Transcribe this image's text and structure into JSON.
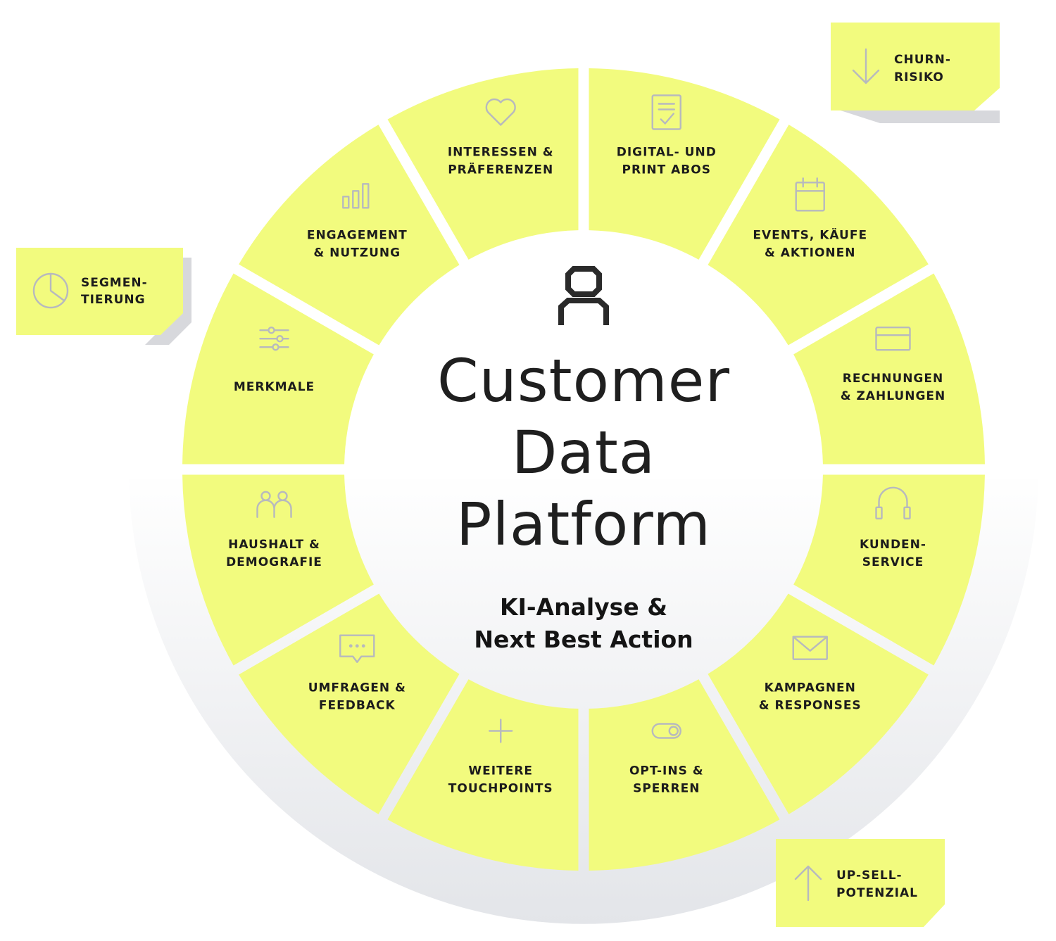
{
  "center": {
    "title_lines": [
      "Customer",
      "Data",
      "Platform"
    ],
    "subtitle_lines": [
      "KI-Analyse &",
      "Next Best Action"
    ],
    "icon": "user-icon"
  },
  "segments": [
    {
      "lines": [
        "DIGITAL- UND",
        "PRINT ABOS"
      ],
      "icon": "document-check-icon"
    },
    {
      "lines": [
        "EVENTS, KÄUFE",
        "& AKTIONEN"
      ],
      "icon": "calendar-icon"
    },
    {
      "lines": [
        "RECHNUNGEN",
        "& ZAHLUNGEN"
      ],
      "icon": "credit-card-icon"
    },
    {
      "lines": [
        "KUNDEN-",
        "SERVICE"
      ],
      "icon": "headphones-icon"
    },
    {
      "lines": [
        "KAMPAGNEN",
        "& RESPONSES"
      ],
      "icon": "envelope-icon"
    },
    {
      "lines": [
        "OPT-INS &",
        "SPERREN"
      ],
      "icon": "toggle-icon"
    },
    {
      "lines": [
        "WEITERE",
        "TOUCHPOINTS"
      ],
      "icon": "plus-icon"
    },
    {
      "lines": [
        "UMFRAGEN &",
        "FEEDBACK"
      ],
      "icon": "chat-bubble-icon"
    },
    {
      "lines": [
        "HAUSHALT &",
        "DEMOGRAFIE"
      ],
      "icon": "people-icon"
    },
    {
      "lines": [
        "MERKMALE"
      ],
      "icon": "sliders-icon"
    },
    {
      "lines": [
        "ENGAGEMENT",
        "& NUTZUNG"
      ],
      "icon": "bar-chart-icon"
    },
    {
      "lines": [
        "INTERESSEN &",
        "PRÄFERENZEN"
      ],
      "icon": "heart-icon"
    }
  ],
  "notes": {
    "churn": {
      "lines": [
        "CHURN-",
        "RISIKO"
      ],
      "icon": "arrow-down-icon"
    },
    "segmentierung": {
      "lines": [
        "SEGMEN-",
        "TIERUNG"
      ],
      "icon": "pie-chart-icon"
    },
    "upsell": {
      "lines": [
        "UP-SELL-",
        "POTENZIAL"
      ],
      "icon": "arrow-up-icon"
    }
  },
  "colors": {
    "segment_fill": "#f2fb7e",
    "text": "#1c1c1c",
    "icon_stroke": "#b7b9be",
    "halo_gradient": [
      "#ffffff",
      "#e3e5e9"
    ]
  }
}
